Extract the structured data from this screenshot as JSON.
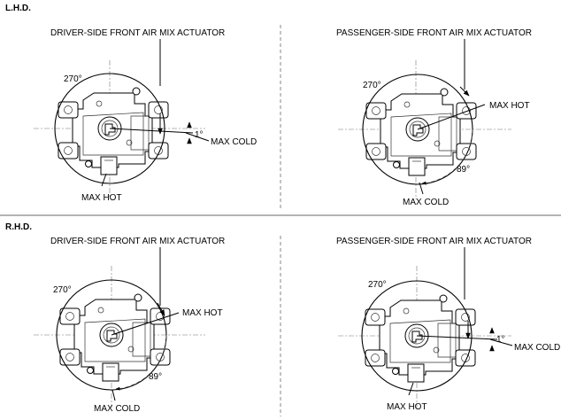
{
  "sections": [
    {
      "heading": "L.H.D.",
      "panels": [
        {
          "title": "DRIVER-SIDE FRONT AIR MIX ACTUATOR",
          "angle_label": "270°",
          "small_angle_label": "1°",
          "label_a": "MAX COLD",
          "label_b": "MAX HOT"
        },
        {
          "title": "PASSENGER-SIDE FRONT AIR MIX ACTUATOR",
          "angle_label": "270°",
          "label_a": "MAX HOT",
          "degree_label": "89°",
          "label_b": "MAX COLD"
        }
      ]
    },
    {
      "heading": "R.H.D.",
      "panels": [
        {
          "title": "DRIVER-SIDE FRONT AIR MIX ACTUATOR",
          "angle_label": "270°",
          "label_a": "MAX HOT",
          "degree_label": "89°",
          "label_b": "MAX COLD"
        },
        {
          "title": "PASSENGER-SIDE FRONT AIR MIX ACTUATOR",
          "angle_label": "270°",
          "small_angle_label": "1°",
          "label_a": "MAX COLD",
          "label_b": "MAX HOT"
        }
      ]
    }
  ]
}
